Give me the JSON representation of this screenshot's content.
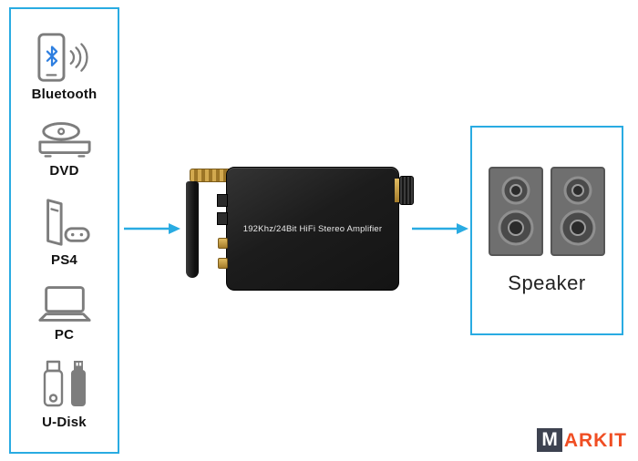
{
  "sources": {
    "items": [
      {
        "label": "Bluetooth",
        "icon": "bluetooth-phone-icon"
      },
      {
        "label": "DVD",
        "icon": "dvd-player-icon"
      },
      {
        "label": "PS4",
        "icon": "game-console-icon"
      },
      {
        "label": "PC",
        "icon": "laptop-icon"
      },
      {
        "label": "U-Disk",
        "icon": "usb-flash-drive-icon"
      }
    ]
  },
  "amplifier": {
    "label": "192Khz/24Bit HiFi Stereo Amplifier"
  },
  "output": {
    "label": "Speaker",
    "icon": "speakers-icon"
  },
  "watermark": {
    "m": "M",
    "rest": "ARKIT"
  },
  "colors": {
    "accent_blue": "#29abe2",
    "icon_gray": "#7d7d7d",
    "bluetooth_blue": "#2e7fe0",
    "amp_black": "#1c1c1c",
    "antenna_gold": "#c9a24f",
    "watermark_dark": "#3d4250",
    "watermark_orange": "#f04e23"
  }
}
